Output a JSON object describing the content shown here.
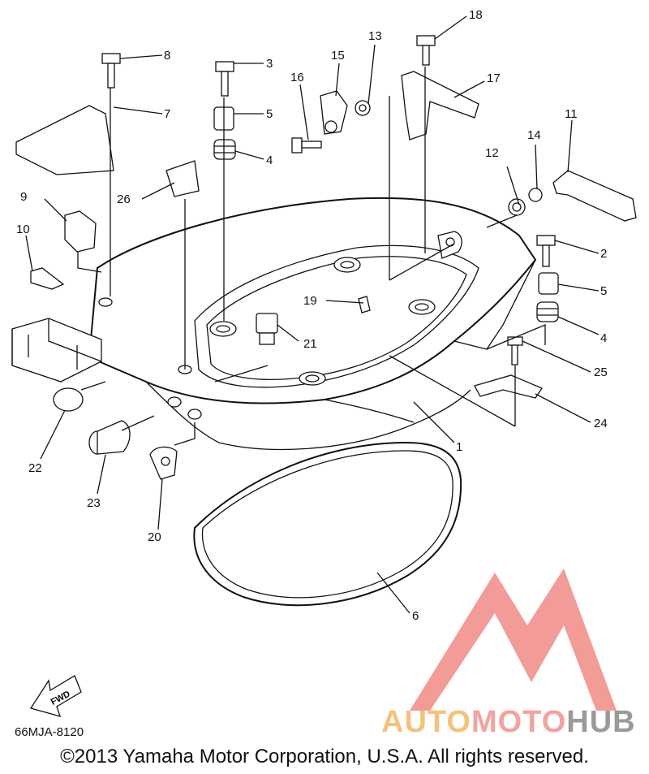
{
  "document_code": "66MJA-8120",
  "copyright": "©2013 Yamaha Motor Corporation, U.S.A. All rights reserved.",
  "direction_badge": "FWD",
  "watermark": {
    "part1": "AUTO",
    "part2": "MOTO",
    "part3": "HUB",
    "colors": {
      "auto": "#f5c27a",
      "moto": "#f3a3a0",
      "hub": "#9a9a9a",
      "logo": "#f08a86"
    }
  },
  "parts": [
    {
      "id": "p1",
      "label": "1"
    },
    {
      "id": "p2",
      "label": "2"
    },
    {
      "id": "p3",
      "label": "3"
    },
    {
      "id": "p4a",
      "label": "4"
    },
    {
      "id": "p4b",
      "label": "4"
    },
    {
      "id": "p5a",
      "label": "5"
    },
    {
      "id": "p5b",
      "label": "5"
    },
    {
      "id": "p6",
      "label": "6"
    },
    {
      "id": "p7",
      "label": "7"
    },
    {
      "id": "p8",
      "label": "8"
    },
    {
      "id": "p9",
      "label": "9"
    },
    {
      "id": "p10",
      "label": "10"
    },
    {
      "id": "p11",
      "label": "11"
    },
    {
      "id": "p12",
      "label": "12"
    },
    {
      "id": "p13",
      "label": "13"
    },
    {
      "id": "p14",
      "label": "14"
    },
    {
      "id": "p15",
      "label": "15"
    },
    {
      "id": "p16",
      "label": "16"
    },
    {
      "id": "p17",
      "label": "17"
    },
    {
      "id": "p18",
      "label": "18"
    },
    {
      "id": "p19",
      "label": "19"
    },
    {
      "id": "p20",
      "label": "20"
    },
    {
      "id": "p21",
      "label": "21"
    },
    {
      "id": "p22",
      "label": "22"
    },
    {
      "id": "p23",
      "label": "23"
    },
    {
      "id": "p24",
      "label": "24"
    },
    {
      "id": "p25",
      "label": "25"
    },
    {
      "id": "p26",
      "label": "26"
    }
  ]
}
